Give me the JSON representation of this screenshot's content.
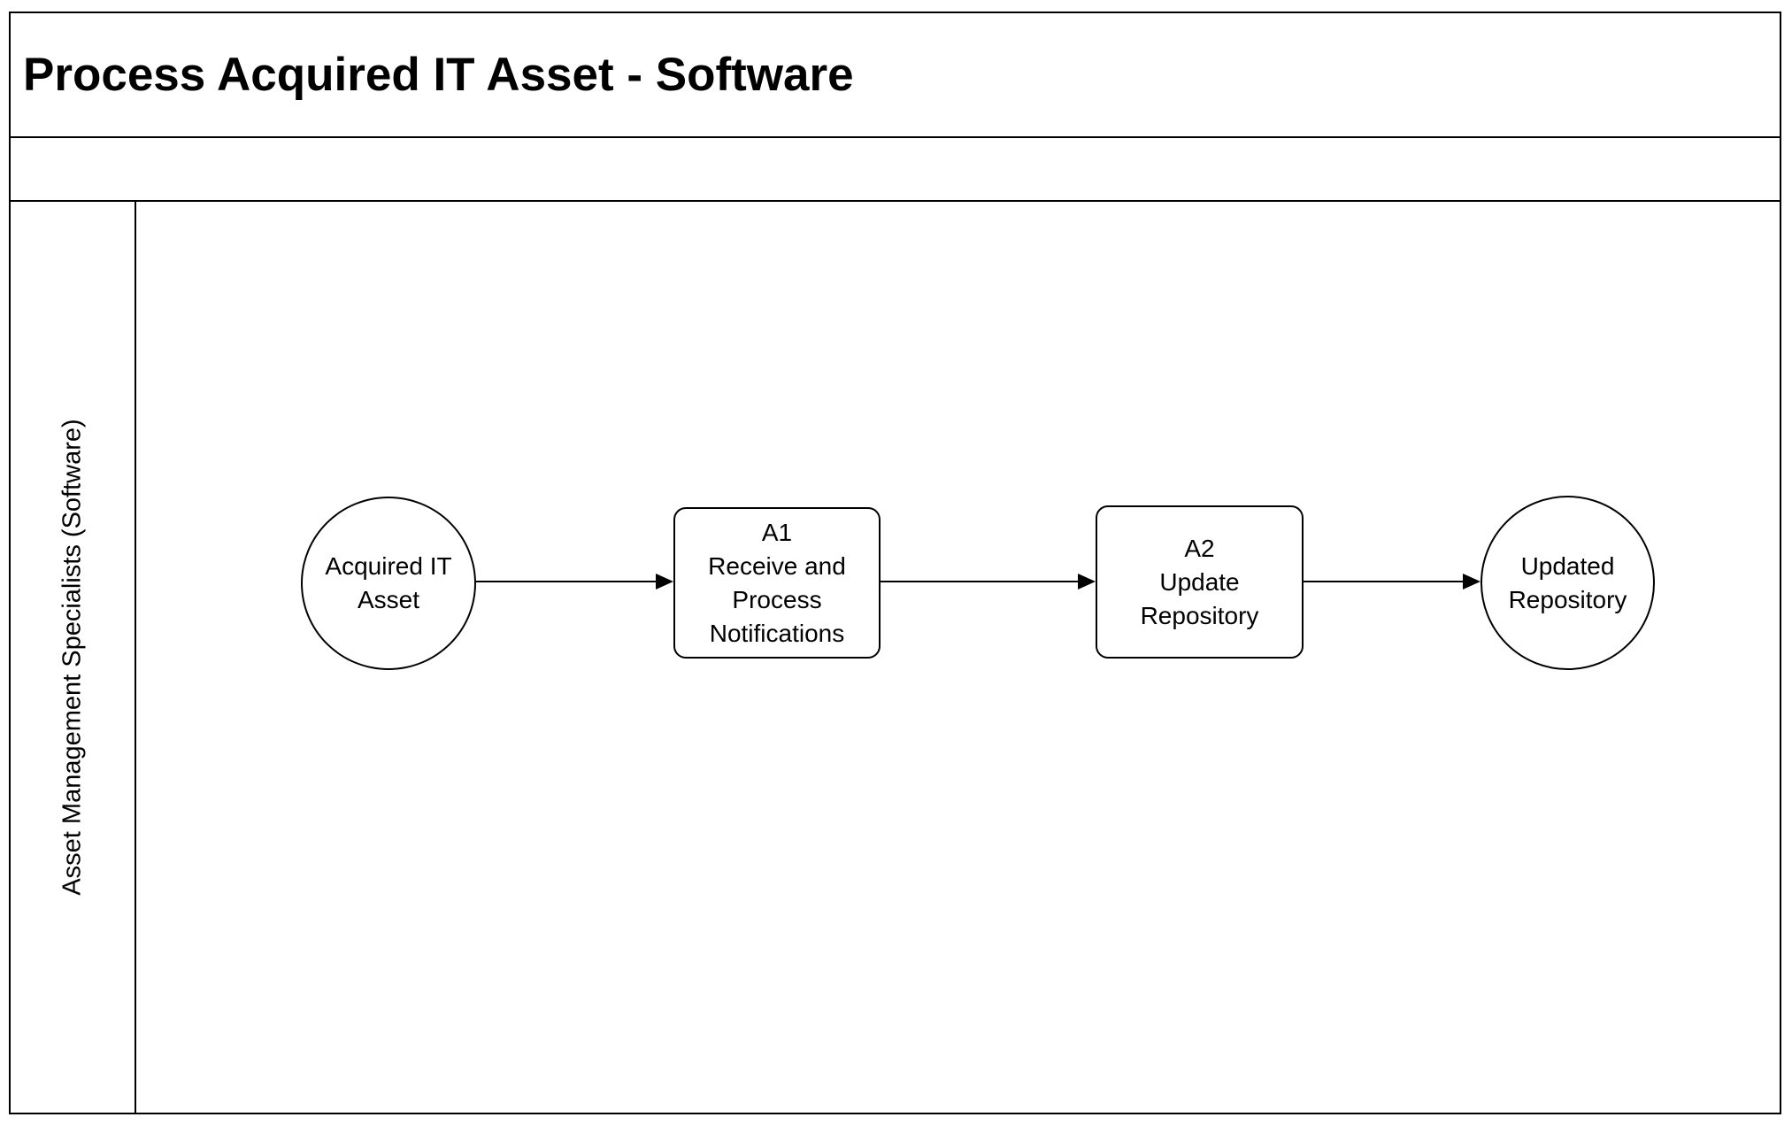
{
  "title": "Process Acquired IT Asset - Software",
  "swimlane": {
    "label": "Asset Management Specialists (Software)"
  },
  "diagram": {
    "nodes": [
      {
        "id": "acquired-it-asset",
        "type": "start-event",
        "shape": "circle",
        "label": "Acquired IT\nAsset"
      },
      {
        "id": "a1-receive-and-process-notifications",
        "type": "task",
        "shape": "rounded-rectangle",
        "label": "A1\nReceive and\nProcess\nNotifications"
      },
      {
        "id": "a2-update-repository",
        "type": "task",
        "shape": "rounded-rectangle",
        "label": "A2\nUpdate\nRepository"
      },
      {
        "id": "updated-repository",
        "type": "end-event",
        "shape": "circle",
        "label": "Updated\nRepository"
      }
    ],
    "edges": [
      {
        "from": "acquired-it-asset",
        "to": "a1-receive-and-process-notifications"
      },
      {
        "from": "a1-receive-and-process-notifications",
        "to": "a2-update-repository"
      },
      {
        "from": "a2-update-repository",
        "to": "updated-repository"
      }
    ]
  },
  "colors": {
    "line": "#000000",
    "text": "#000000",
    "background": "#ffffff"
  }
}
